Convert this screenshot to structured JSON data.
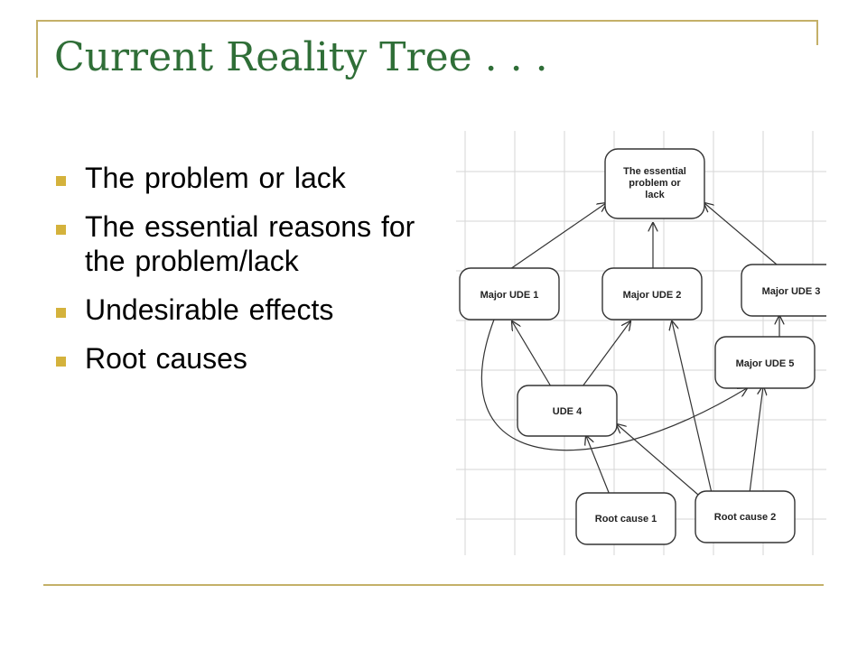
{
  "slide": {
    "title": "Current Reality Tree . . .",
    "bullets": [
      {
        "text": "The problem or lack"
      },
      {
        "text": "The essential reasons for the problem/lack"
      },
      {
        "text": "Undesirable effects"
      },
      {
        "text": "Root causes"
      }
    ]
  },
  "diagram": {
    "nodes": {
      "essential": {
        "lines": [
          "The essential",
          "problem or",
          "lack"
        ]
      },
      "ude1": {
        "label": "Major UDE 1"
      },
      "ude2": {
        "label": "Major UDE 2"
      },
      "ude3": {
        "label": "Major UDE 3"
      },
      "ude5": {
        "label": "Major UDE 5"
      },
      "ude4": {
        "label": "UDE 4"
      },
      "root1": {
        "label": "Root cause 1"
      },
      "root2": {
        "label": "Root cause 2"
      }
    }
  },
  "colors": {
    "title": "#2f6e37",
    "accent": "#c4b068",
    "bullet": "#d4b23c"
  }
}
